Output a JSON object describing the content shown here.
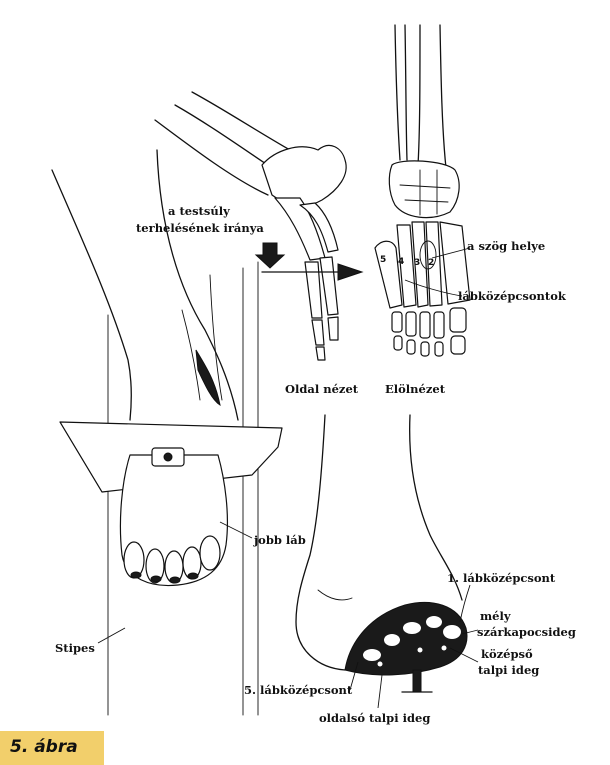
{
  "labels": {
    "load_direction_1": "a testsúly",
    "load_direction_2": "terhelésének iránya",
    "nail_site": "a szög helye",
    "metatarsals": "lábközépcsontok",
    "side_view": "Oldal nézet",
    "front_view": "Elölnézet",
    "right_foot": "jobb láb",
    "stipes": "Stipes",
    "first_metatarsal": "1. lábközépcsont",
    "deep_peroneal_1": "mély",
    "deep_peroneal_2": "szárkapocsideg",
    "medial_plantar_1": "középső",
    "medial_plantar_2": "talpi ideg",
    "fifth_metatarsal": "5. lábközépcsont",
    "lateral_plantar": "oldalsó talpi ideg"
  },
  "metatarsal_numbers": [
    "5",
    "4",
    "3",
    "2"
  ],
  "caption": "5. ábra",
  "colors": {
    "caption_bg": "#f2cf6b",
    "ink": "#111111"
  }
}
